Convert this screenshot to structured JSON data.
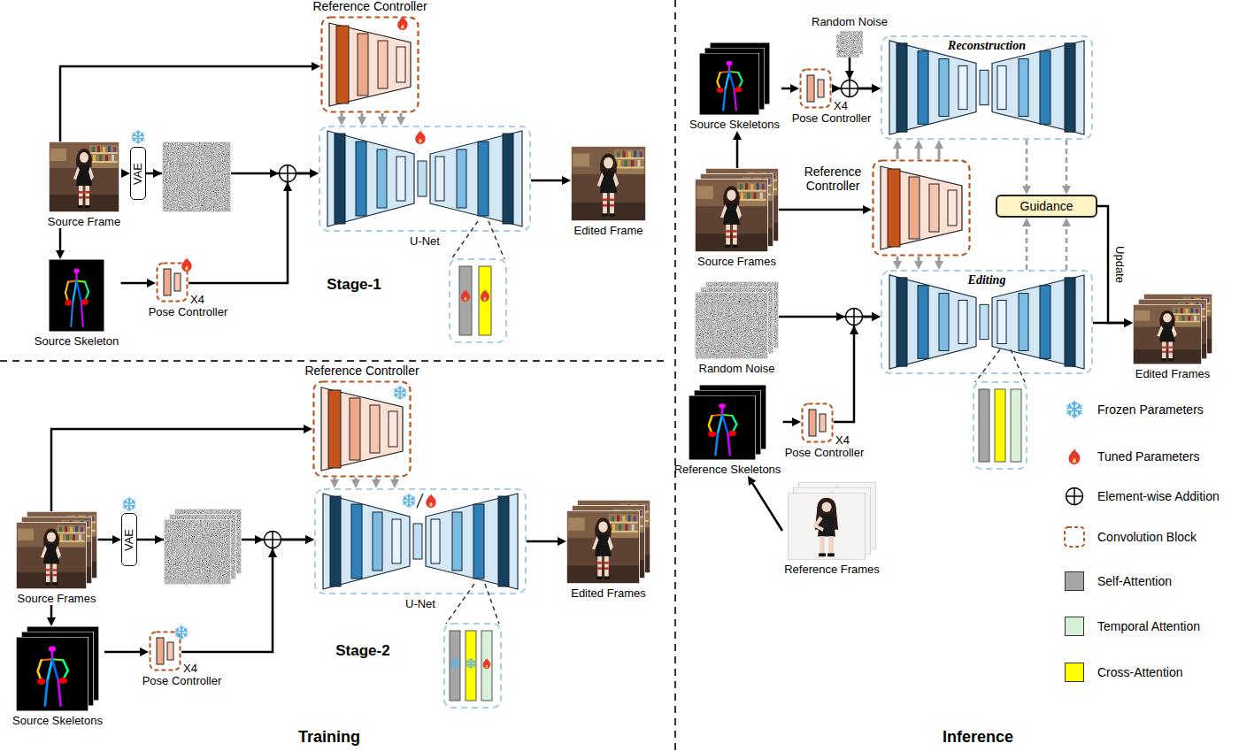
{
  "diagram": {
    "nodes": [
      {
        "text": [
          "Reference Controller"
        ]
      },
      {
        "text": [
          "Source Frame"
        ]
      },
      {
        "text": [
          "VAE"
        ]
      },
      {
        "text": [
          "U-Net"
        ]
      },
      {
        "text": [
          "Edited Frame"
        ]
      },
      {
        "text": [
          "Source Skeleton"
        ]
      },
      {
        "text": [
          "X4",
          "Pose Controller"
        ]
      },
      {
        "text": [
          "Reference Controller"
        ]
      },
      {
        "text": [
          "Source Frames"
        ]
      },
      {
        "text": [
          "VAE"
        ]
      },
      {
        "text": [
          "U-Net"
        ]
      },
      {
        "text": [
          "Edited Frames"
        ]
      },
      {
        "text": [
          "Source Skeletons"
        ]
      },
      {
        "text": [
          "X4",
          "Pose Controller"
        ]
      },
      {
        "text": [
          "Random Noise"
        ]
      },
      {
        "text": [
          "Source Skeletons"
        ]
      },
      {
        "text": [
          "X4",
          "Pose Controller"
        ]
      },
      {
        "text": [
          "Reconstruction"
        ]
      },
      {
        "text": [
          "Reference Controller"
        ]
      },
      {
        "text": [
          "Source Frames"
        ]
      },
      {
        "text": [
          "Guidance"
        ]
      },
      {
        "text": [
          "Editing"
        ]
      },
      {
        "text": [
          "Random Noise"
        ]
      },
      {
        "text": [
          "Reference Skeletons"
        ]
      },
      {
        "text": [
          "X4",
          "Pose Controller"
        ]
      },
      {
        "text": [
          "Reference Frames"
        ]
      },
      {
        "text": [
          "Edited Frames"
        ]
      }
    ],
    "edges": [
      {
        "from": 1,
        "to": 0,
        "arrow": "to"
      },
      {
        "from": 1,
        "to": 2,
        "arrow": "to"
      },
      {
        "from": 2,
        "to": 3,
        "arrow": "to"
      },
      {
        "from": 1,
        "to": 5,
        "arrow": "to"
      },
      {
        "from": 5,
        "to": 6,
        "arrow": "to"
      },
      {
        "from": 6,
        "to": 3,
        "arrow": "to"
      },
      {
        "from": 0,
        "to": 3,
        "arrow": "to"
      },
      {
        "from": 0,
        "to": 3,
        "arrow": "to"
      },
      {
        "from": 0,
        "to": 3,
        "arrow": "to"
      },
      {
        "from": 0,
        "to": 3,
        "arrow": "to"
      },
      {
        "from": 3,
        "to": 4,
        "arrow": "to"
      },
      {
        "from": 8,
        "to": 7,
        "arrow": "to"
      },
      {
        "from": 8,
        "to": 9,
        "arrow": "to"
      },
      {
        "from": 9,
        "to": 10,
        "arrow": "to"
      },
      {
        "from": 8,
        "to": 12,
        "arrow": "to"
      },
      {
        "from": 12,
        "to": 13,
        "arrow": "to"
      },
      {
        "from": 13,
        "to": 10,
        "arrow": "to"
      },
      {
        "from": 7,
        "to": 10,
        "arrow": "to"
      },
      {
        "from": 7,
        "to": 10,
        "arrow": "to"
      },
      {
        "from": 7,
        "to": 10,
        "arrow": "to"
      },
      {
        "from": 7,
        "to": 10,
        "arrow": "to"
      },
      {
        "from": 10,
        "to": 11,
        "arrow": "to"
      },
      {
        "from": 14,
        "to": 17,
        "arrow": "to"
      },
      {
        "from": 15,
        "to": 16,
        "arrow": "to"
      },
      {
        "from": 16,
        "to": 17,
        "arrow": "to"
      },
      {
        "from": 19,
        "to": 15,
        "arrow": "to"
      },
      {
        "from": 19,
        "to": 18,
        "arrow": "to"
      },
      {
        "from": 18,
        "to": 17,
        "arrow": "to"
      },
      {
        "from": 18,
        "to": 17,
        "arrow": "to"
      },
      {
        "from": 18,
        "to": 17,
        "arrow": "to"
      },
      {
        "from": 18,
        "to": 21,
        "arrow": "to"
      },
      {
        "from": 18,
        "to": 21,
        "arrow": "to"
      },
      {
        "from": 18,
        "to": 21,
        "arrow": "to"
      },
      {
        "from": 17,
        "to": 20,
        "arrow": "to"
      },
      {
        "from": 17,
        "to": 20,
        "arrow": "to"
      },
      {
        "from": 21,
        "to": 20,
        "arrow": "to"
      },
      {
        "from": 21,
        "to": 20,
        "arrow": "to"
      },
      {
        "from": 20,
        "to": 26,
        "label": "Update",
        "arrow": "to"
      },
      {
        "from": 21,
        "to": 26,
        "arrow": "to"
      },
      {
        "from": 22,
        "to": 21,
        "arrow": "to"
      },
      {
        "from": 23,
        "to": 24,
        "arrow": "to"
      },
      {
        "from": 24,
        "to": 21,
        "arrow": "to"
      },
      {
        "from": 25,
        "to": 23,
        "arrow": "to"
      }
    ],
    "labels": [
      "Stage-1",
      "Stage-2",
      "Training",
      "Inference"
    ],
    "legend": [
      {
        "text": "Frozen Parameters"
      },
      {
        "text": "Tuned Parameters"
      },
      {
        "text": "Element-wise Addition"
      },
      {
        "text": "Convolution Block"
      },
      {
        "text": "Self-Attention",
        "color": "#a6a6a6"
      },
      {
        "text": "Temporal Attention",
        "color": "#d8f0d6"
      },
      {
        "text": "Cross-Attention",
        "color": "#ffff00"
      }
    ]
  }
}
